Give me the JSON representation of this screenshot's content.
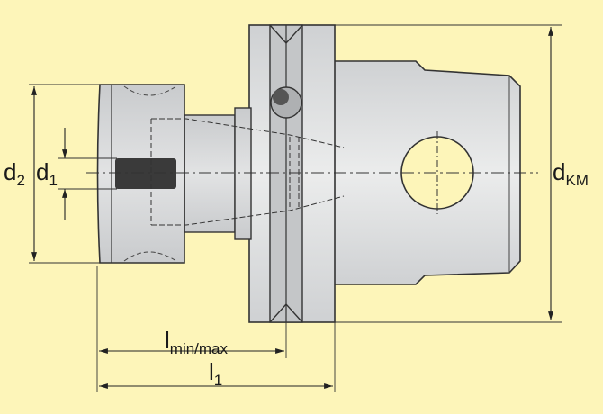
{
  "labels": {
    "d2": {
      "base": "d",
      "sub": "2"
    },
    "d1": {
      "base": "d",
      "sub": "1"
    },
    "dkm": {
      "base": "d",
      "sub": "KM"
    },
    "lminmax": {
      "base": "l",
      "sub": "min/max"
    },
    "l1": {
      "base": "l",
      "sub": "1"
    }
  },
  "colors": {
    "background": "#fdf5b9",
    "part_fill": "#d4d6d8",
    "outline": "#333333",
    "dimension_line": "#222222",
    "body_fill": "#e8e9ea"
  }
}
